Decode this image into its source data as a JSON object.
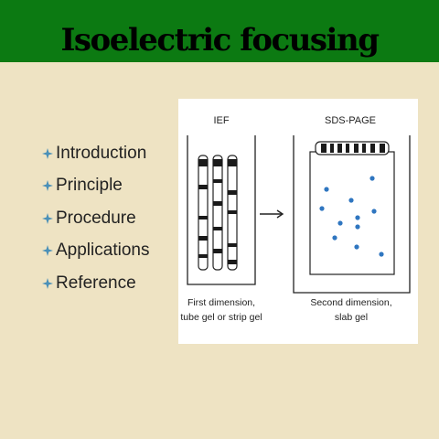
{
  "slide": {
    "title": "Isoelectric focusing",
    "colors": {
      "background": "#eee3c3",
      "header_band": "#0c7a12",
      "bullet_icon": "#4a90b8",
      "gel_spot": "#2f76c0"
    },
    "bullets": [
      {
        "label": "Introduction",
        "icon": "diamond-bullet-icon"
      },
      {
        "label": "Principle",
        "icon": "diamond-bullet-icon"
      },
      {
        "label": "Procedure",
        "icon": "diamond-bullet-icon"
      },
      {
        "label": "Applications",
        "icon": "diamond-bullet-icon"
      },
      {
        "label": "Reference",
        "icon": "diamond-bullet-icon"
      }
    ]
  },
  "figure": {
    "left_panel": {
      "title": "IEF",
      "caption_line1": "First dimension,",
      "caption_line2": "tube gel or strip gel"
    },
    "arrow_icon": "right-arrow-icon",
    "right_panel": {
      "title": "SDS-PAGE",
      "caption_line1": "Second dimension,",
      "caption_line2": "slab gel"
    }
  }
}
